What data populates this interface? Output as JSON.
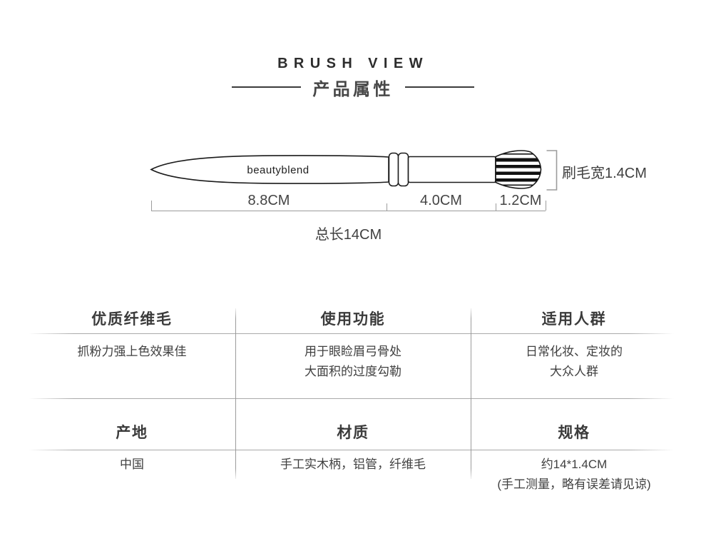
{
  "header": {
    "title": "BRUSH VIEW",
    "subtitle": "产品属性"
  },
  "diagram": {
    "brand": "beautyblend",
    "bristle_width_label": "刷毛宽1.4CM",
    "segment_labels": [
      "8.8CM",
      "4.0CM",
      "1.2CM"
    ],
    "total_length_label": "总长14CM"
  },
  "table": {
    "cells": [
      {
        "header": "优质纤维毛",
        "lines": [
          "抓粉力强上色效果佳"
        ]
      },
      {
        "header": "使用功能",
        "lines": [
          "用于眼睑眉弓骨处",
          "大面积的过度勾勒"
        ]
      },
      {
        "header": "适用人群",
        "lines": [
          "日常化妆、定妆的",
          "大众人群"
        ]
      },
      {
        "header": "产地",
        "lines": [
          "中国"
        ]
      },
      {
        "header": "材质",
        "lines": [
          "手工实木柄，铝管，纤维毛"
        ]
      },
      {
        "header": "规格",
        "lines": [
          "约14*1.4CM",
          "(手工测量，略有误差请见谅)"
        ]
      }
    ]
  },
  "colors": {
    "text": "#3f3f3f",
    "rule_gray": "#9c9c9c",
    "brush_outline": "#1b1b1b"
  }
}
